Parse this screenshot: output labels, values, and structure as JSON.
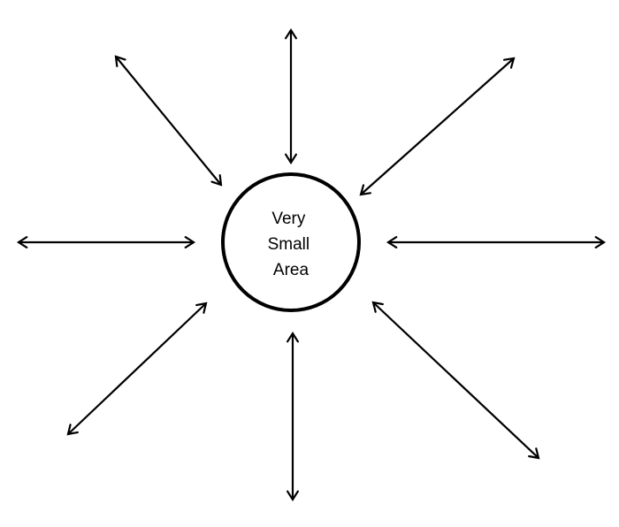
{
  "diagram": {
    "center_label": [
      "Very",
      "Small",
      "Area"
    ],
    "arrow_count": 8,
    "arrows_double_headed": true,
    "colors": {
      "stroke": "#000000",
      "background": "#ffffff",
      "text": "#000000"
    }
  }
}
